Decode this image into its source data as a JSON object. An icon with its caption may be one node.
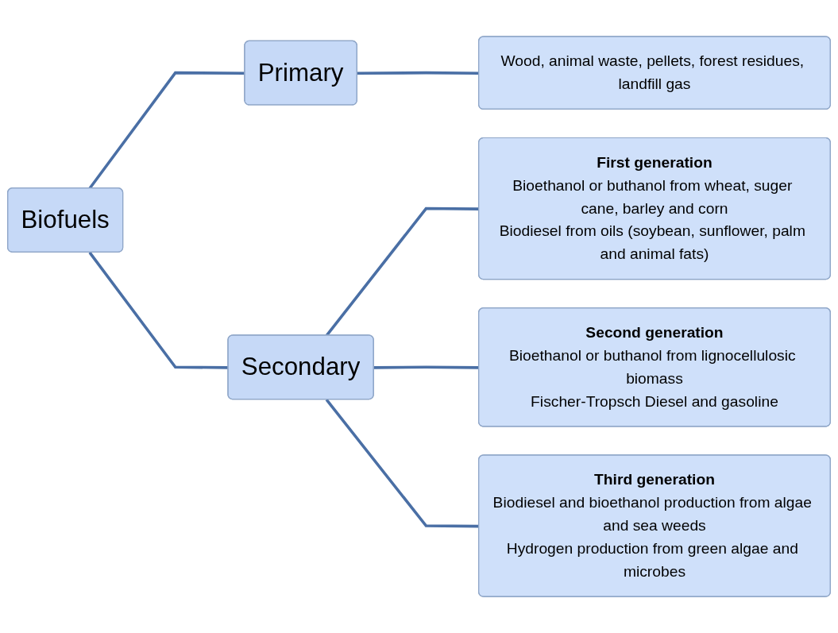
{
  "diagram": {
    "nodes": [
      {
        "text": [
          "Biofuels"
        ]
      },
      {
        "text": [
          "Primary"
        ]
      },
      {
        "text": [
          "Secondary"
        ]
      },
      {
        "text": [
          "Wood, animal waste, pellets, forest residues, landfill gas"
        ]
      },
      {
        "text": [
          "First generation",
          "Bioethanol or buthanol from wheat, suger cane, barley and corn",
          "Biodiesel from oils (soybean, sunflower, palm and animal fats)"
        ]
      },
      {
        "text": [
          "Second generation",
          "Bioethanol or buthanol from lignocellulosic biomass",
          "Fischer-Tropsch Diesel and gasoline"
        ]
      },
      {
        "text": [
          "Third generation",
          "Biodiesel and bioethanol production from algae and sea weeds",
          "Hydrogen production from green algae and microbes"
        ]
      }
    ],
    "edges": [
      {
        "from": 0,
        "to": 1,
        "arrow": "none"
      },
      {
        "from": 0,
        "to": 2,
        "arrow": "none"
      },
      {
        "from": 1,
        "to": 3,
        "arrow": "none"
      },
      {
        "from": 2,
        "to": 4,
        "arrow": "none"
      },
      {
        "from": 2,
        "to": 5,
        "arrow": "none"
      },
      {
        "from": 2,
        "to": 6,
        "arrow": "none"
      }
    ]
  }
}
